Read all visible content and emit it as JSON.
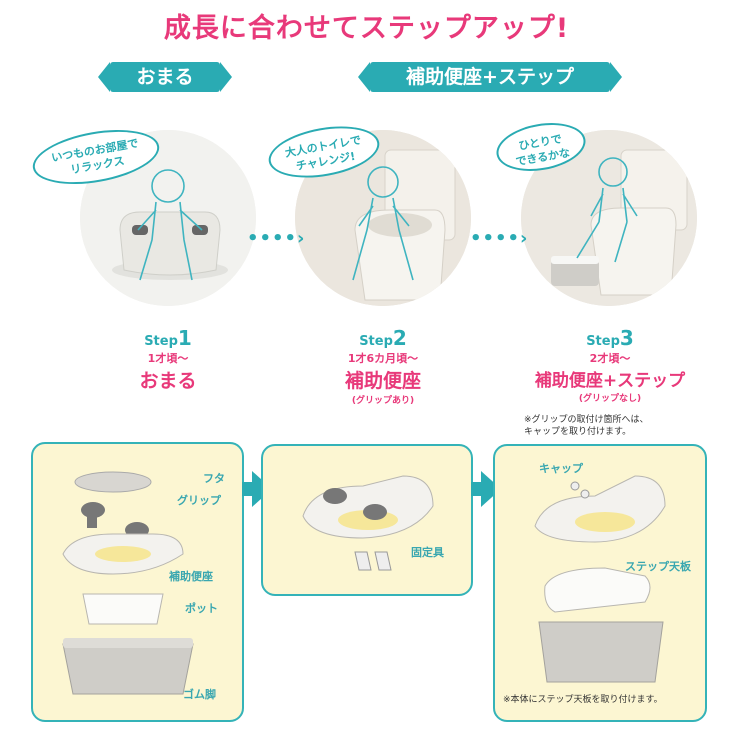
{
  "title": "成長に合わせてステップアップ!",
  "tags": {
    "left": "おまる",
    "right": "補助便座+ステップ"
  },
  "steps": [
    {
      "bubble": "いつものお部屋で\nリラックス",
      "step_word": "Step",
      "step_num": "1",
      "age": "1才頃〜",
      "name": "おまる",
      "sub": ""
    },
    {
      "bubble": "大人のトイレで\nチャレンジ!",
      "step_word": "Step",
      "step_num": "2",
      "age": "1才6カ月頃〜",
      "name": "補助便座",
      "sub": "(グリップあり)"
    },
    {
      "bubble": "ひとりで\nできるかな",
      "step_word": "Step",
      "step_num": "3",
      "age": "2才頃〜",
      "name": "補助便座+ステップ",
      "sub": "(グリップなし)"
    }
  ],
  "step3_note": "※グリップの取付け箇所へは、\nキャップを取り付けます。",
  "panel1_labels": {
    "lid": "フタ",
    "grip": "グリップ",
    "seat": "補助便座",
    "pot": "ポット",
    "feet": "ゴム脚"
  },
  "panel2_labels": {
    "fixture": "固定具"
  },
  "panel3_labels": {
    "cap": "キャップ",
    "step_top": "ステップ天板"
  },
  "panel3_note": "※本体にステップ天板を取り付けます。",
  "colors": {
    "accent_pink": "#e8397a",
    "accent_teal": "#2aabb3",
    "panel_bg": "#fcf6d2"
  }
}
